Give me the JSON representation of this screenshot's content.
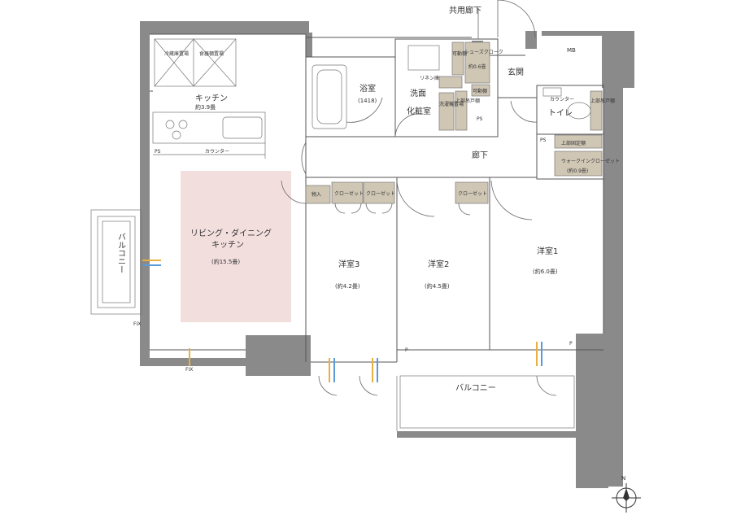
{
  "labels": {
    "common_corridor": "共用廊下",
    "mb": "MB",
    "fridge": "冷蔵庫置場",
    "dishwasher": "食器棚置場",
    "kitchen": "キッチン",
    "kitchen_size": "約3.9畳",
    "ps": "PS",
    "counter": "カウンター",
    "bath": "浴室",
    "bath_size": "(1418)",
    "linen": "リネン庫",
    "movable_shelf": "可動棚",
    "shoes_closet": "シューズクローク",
    "shoes_size": "約0.6畳",
    "entrance": "玄関",
    "washroom1": "洗面",
    "washroom2": "化粧室",
    "washer": "洗濯機置場",
    "upper_cabinet": "上部吊戸棚",
    "toilet": "トイレ",
    "upper_fixed": "上部固定棚",
    "walkin": "ウォークインクローゼット",
    "walkin_size": "(約0.9畳)",
    "hallway": "廊下",
    "storage": "物入",
    "closet": "クローゼット",
    "ldk1": "リビング・ダイニング",
    "ldk2": "キッチン",
    "ldk_size": "(約15.5畳)",
    "room3": "洋室3",
    "room3_size": "(約4.2畳)",
    "room2": "洋室2",
    "room2_size": "(約4.5畳)",
    "room1": "洋室1",
    "room1_size": "(約6.0畳)",
    "balcony": "バルコニー",
    "balcony_side": "バルコニー",
    "fix": "FIX",
    "p": "P",
    "north": "N"
  },
  "colors": {
    "wall": "#8a8a8a",
    "ldk_highlight": "#f3dede",
    "cabinet": "#cfc6b4",
    "aircon_warm": "#e8b040",
    "aircon_cool": "#5a9ad8"
  }
}
